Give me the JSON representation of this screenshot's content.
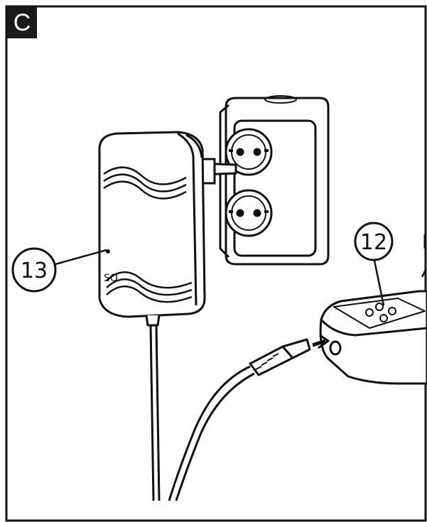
{
  "panel": {
    "letter": "C"
  },
  "callouts": [
    {
      "number": "13",
      "target": "power-adapter"
    },
    {
      "number": "12",
      "target": "device"
    }
  ],
  "colors": {
    "line": "#111111",
    "badge": "#1a1a1a",
    "background": "#ffffff"
  }
}
